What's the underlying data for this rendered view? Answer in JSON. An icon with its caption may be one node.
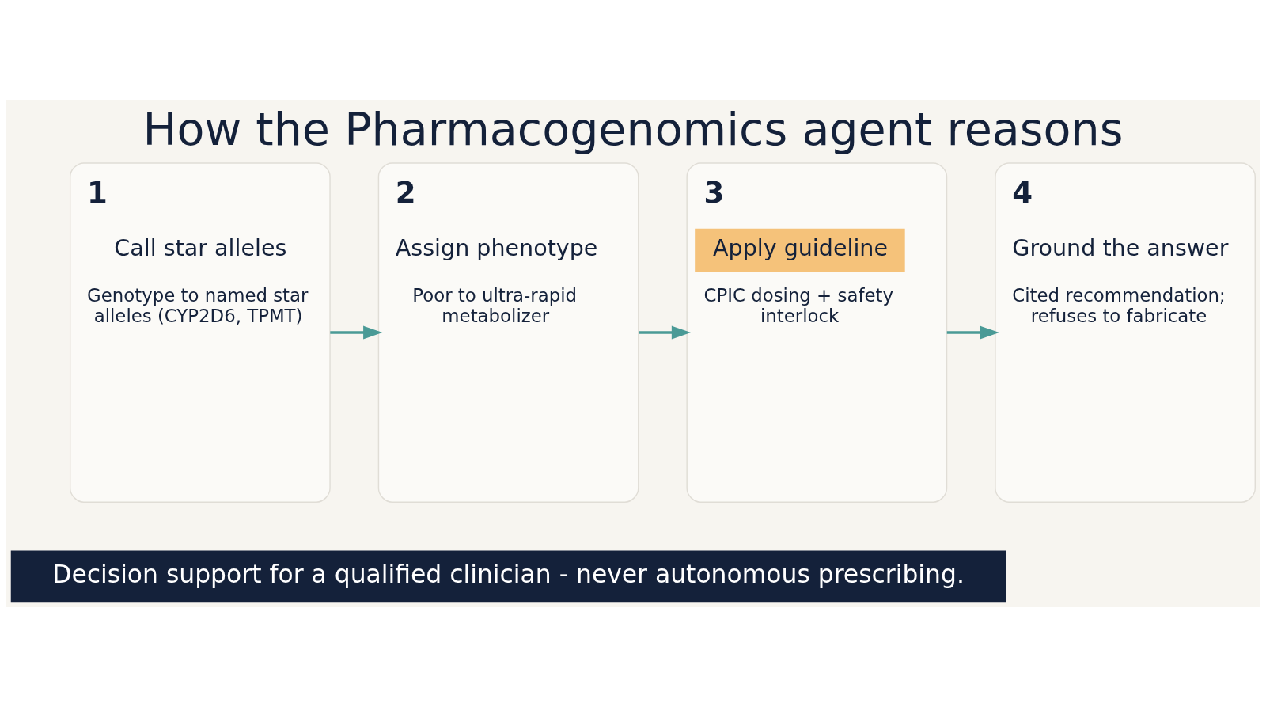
{
  "diagram": {
    "title": "How the Pharmacogenomics agent reasons",
    "caption": "Decision support for a qualified clinician - never autonomous prescribing.",
    "nodes": [
      {
        "text": [
          "1",
          "Call star alleles",
          "Genotype to named star alleles (CYP2D6, TPMT)"
        ]
      },
      {
        "text": [
          "2",
          "Assign phenotype",
          "Poor to ultra-rapid metabolizer"
        ]
      },
      {
        "text": [
          "3",
          "Apply guideline",
          "CPIC dosing + safety interlock"
        ]
      },
      {
        "text": [
          "4",
          "Ground the answer",
          "Cited recommendation; refuses to fabricate"
        ]
      }
    ],
    "edges": [
      {
        "from": 0,
        "to": 1,
        "arrow": "to"
      },
      {
        "from": 1,
        "to": 2,
        "arrow": "to"
      },
      {
        "from": 2,
        "to": 3,
        "arrow": "to"
      }
    ]
  }
}
